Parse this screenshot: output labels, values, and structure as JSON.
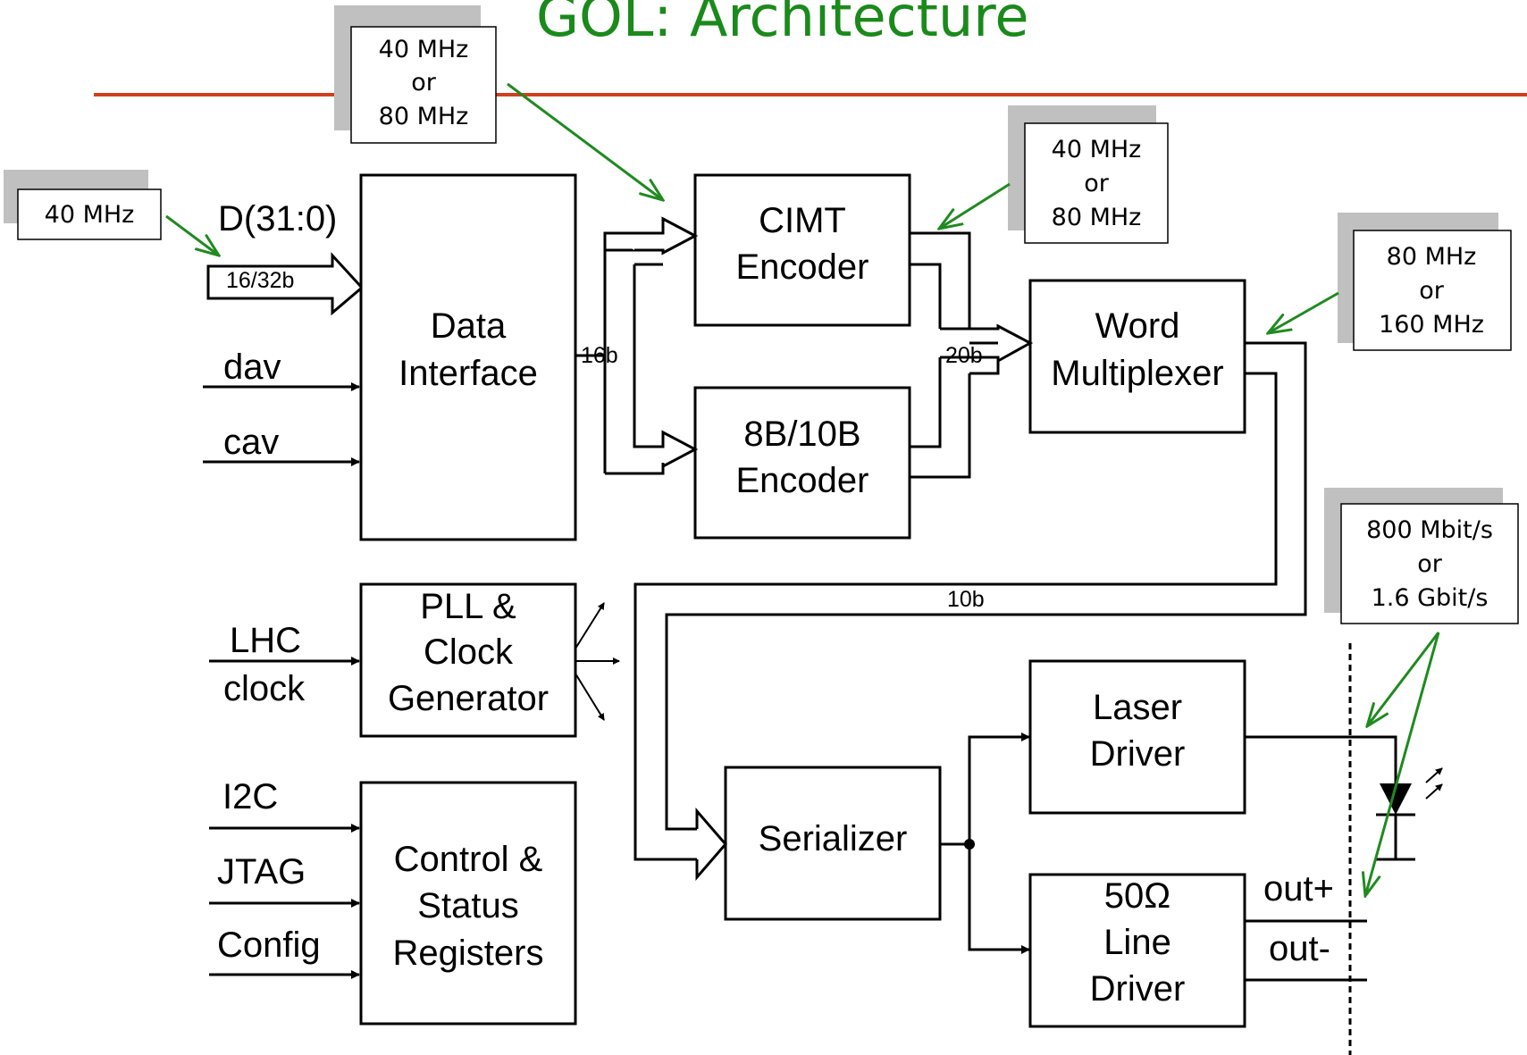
{
  "title": "GOL: Architecture",
  "colors": {
    "title": "#1a8a1a",
    "rule": "#d04020",
    "arrow": "#1f8a1f",
    "shadow": "#c0c0c0"
  },
  "blocks": {
    "data_interface": [
      "Data",
      "Interface"
    ],
    "cimt": [
      "CIMT",
      "Encoder"
    ],
    "enc8b10b": [
      "8B/10B",
      "Encoder"
    ],
    "word_mux": [
      "Word",
      "Multiplexer"
    ],
    "pll": [
      "PLL &",
      "Clock",
      "Generator"
    ],
    "control": [
      "Control &",
      "Status",
      "Registers"
    ],
    "serializer": [
      "Serializer"
    ],
    "laser": [
      "Laser",
      "Driver"
    ],
    "line_driver": [
      "50Ω",
      "Line",
      "Driver"
    ]
  },
  "inputs": {
    "data_bus": "D(31:0)",
    "dav": "dav",
    "cav": "cav",
    "lhc": [
      "LHC",
      "clock"
    ],
    "i2c": "I2C",
    "jtag": "JTAG",
    "config": "Config"
  },
  "bus_widths": {
    "in": "16/32b",
    "di_out": "16b",
    "enc_out": "20b",
    "mux_out": "10b"
  },
  "outputs": {
    "out_plus": "out+",
    "out_minus": "out-"
  },
  "notes": {
    "in_clock": [
      "40 MHz"
    ],
    "di_clock": [
      "40 MHz",
      "or",
      "80 MHz"
    ],
    "enc_clock": [
      "40 MHz",
      "or",
      "80 MHz"
    ],
    "mux_clock": [
      "80 MHz",
      "or",
      "160 MHz"
    ],
    "out_rate": [
      "800 Mbit/s",
      "or",
      "1.6 Gbit/s"
    ]
  }
}
